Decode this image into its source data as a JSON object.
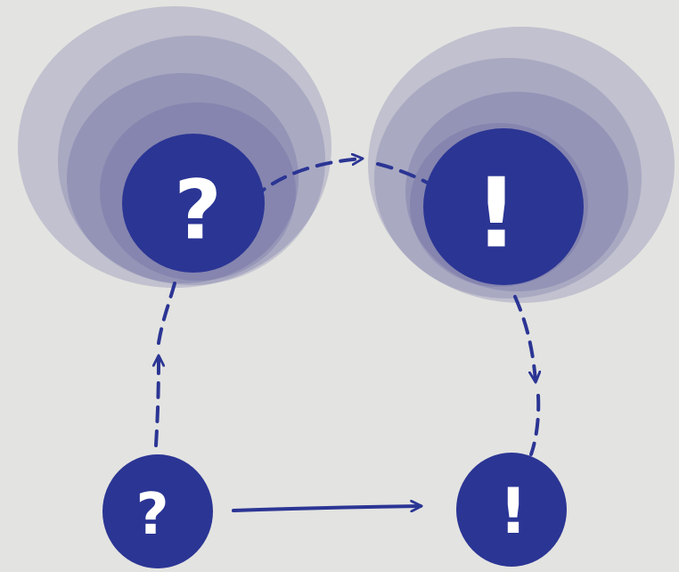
{
  "colors": {
    "background": "#e3e3e1",
    "node_fill": "#2b3594",
    "halo_fill": "#4a4a93",
    "arrow_stroke": "#2b3594",
    "glyph_fill": "#ffffff"
  },
  "nodes": [
    {
      "id": "question-large",
      "glyph": "?",
      "size": "large",
      "icon": "question-mark-icon"
    },
    {
      "id": "exclaim-large",
      "glyph": "!",
      "size": "large",
      "icon": "exclamation-mark-icon"
    },
    {
      "id": "question-small",
      "glyph": "?",
      "size": "small",
      "icon": "question-mark-icon"
    },
    {
      "id": "exclaim-small",
      "glyph": "!",
      "size": "small",
      "icon": "exclamation-mark-icon"
    }
  ],
  "edges": [
    {
      "from": "question-small",
      "to": "question-large",
      "style": "dashed"
    },
    {
      "from": "question-large",
      "to": "exclaim-large",
      "style": "dashed"
    },
    {
      "from": "exclaim-large",
      "to": "exclaim-small",
      "style": "dashed"
    },
    {
      "from": "question-small",
      "to": "exclaim-small",
      "style": "solid"
    }
  ]
}
